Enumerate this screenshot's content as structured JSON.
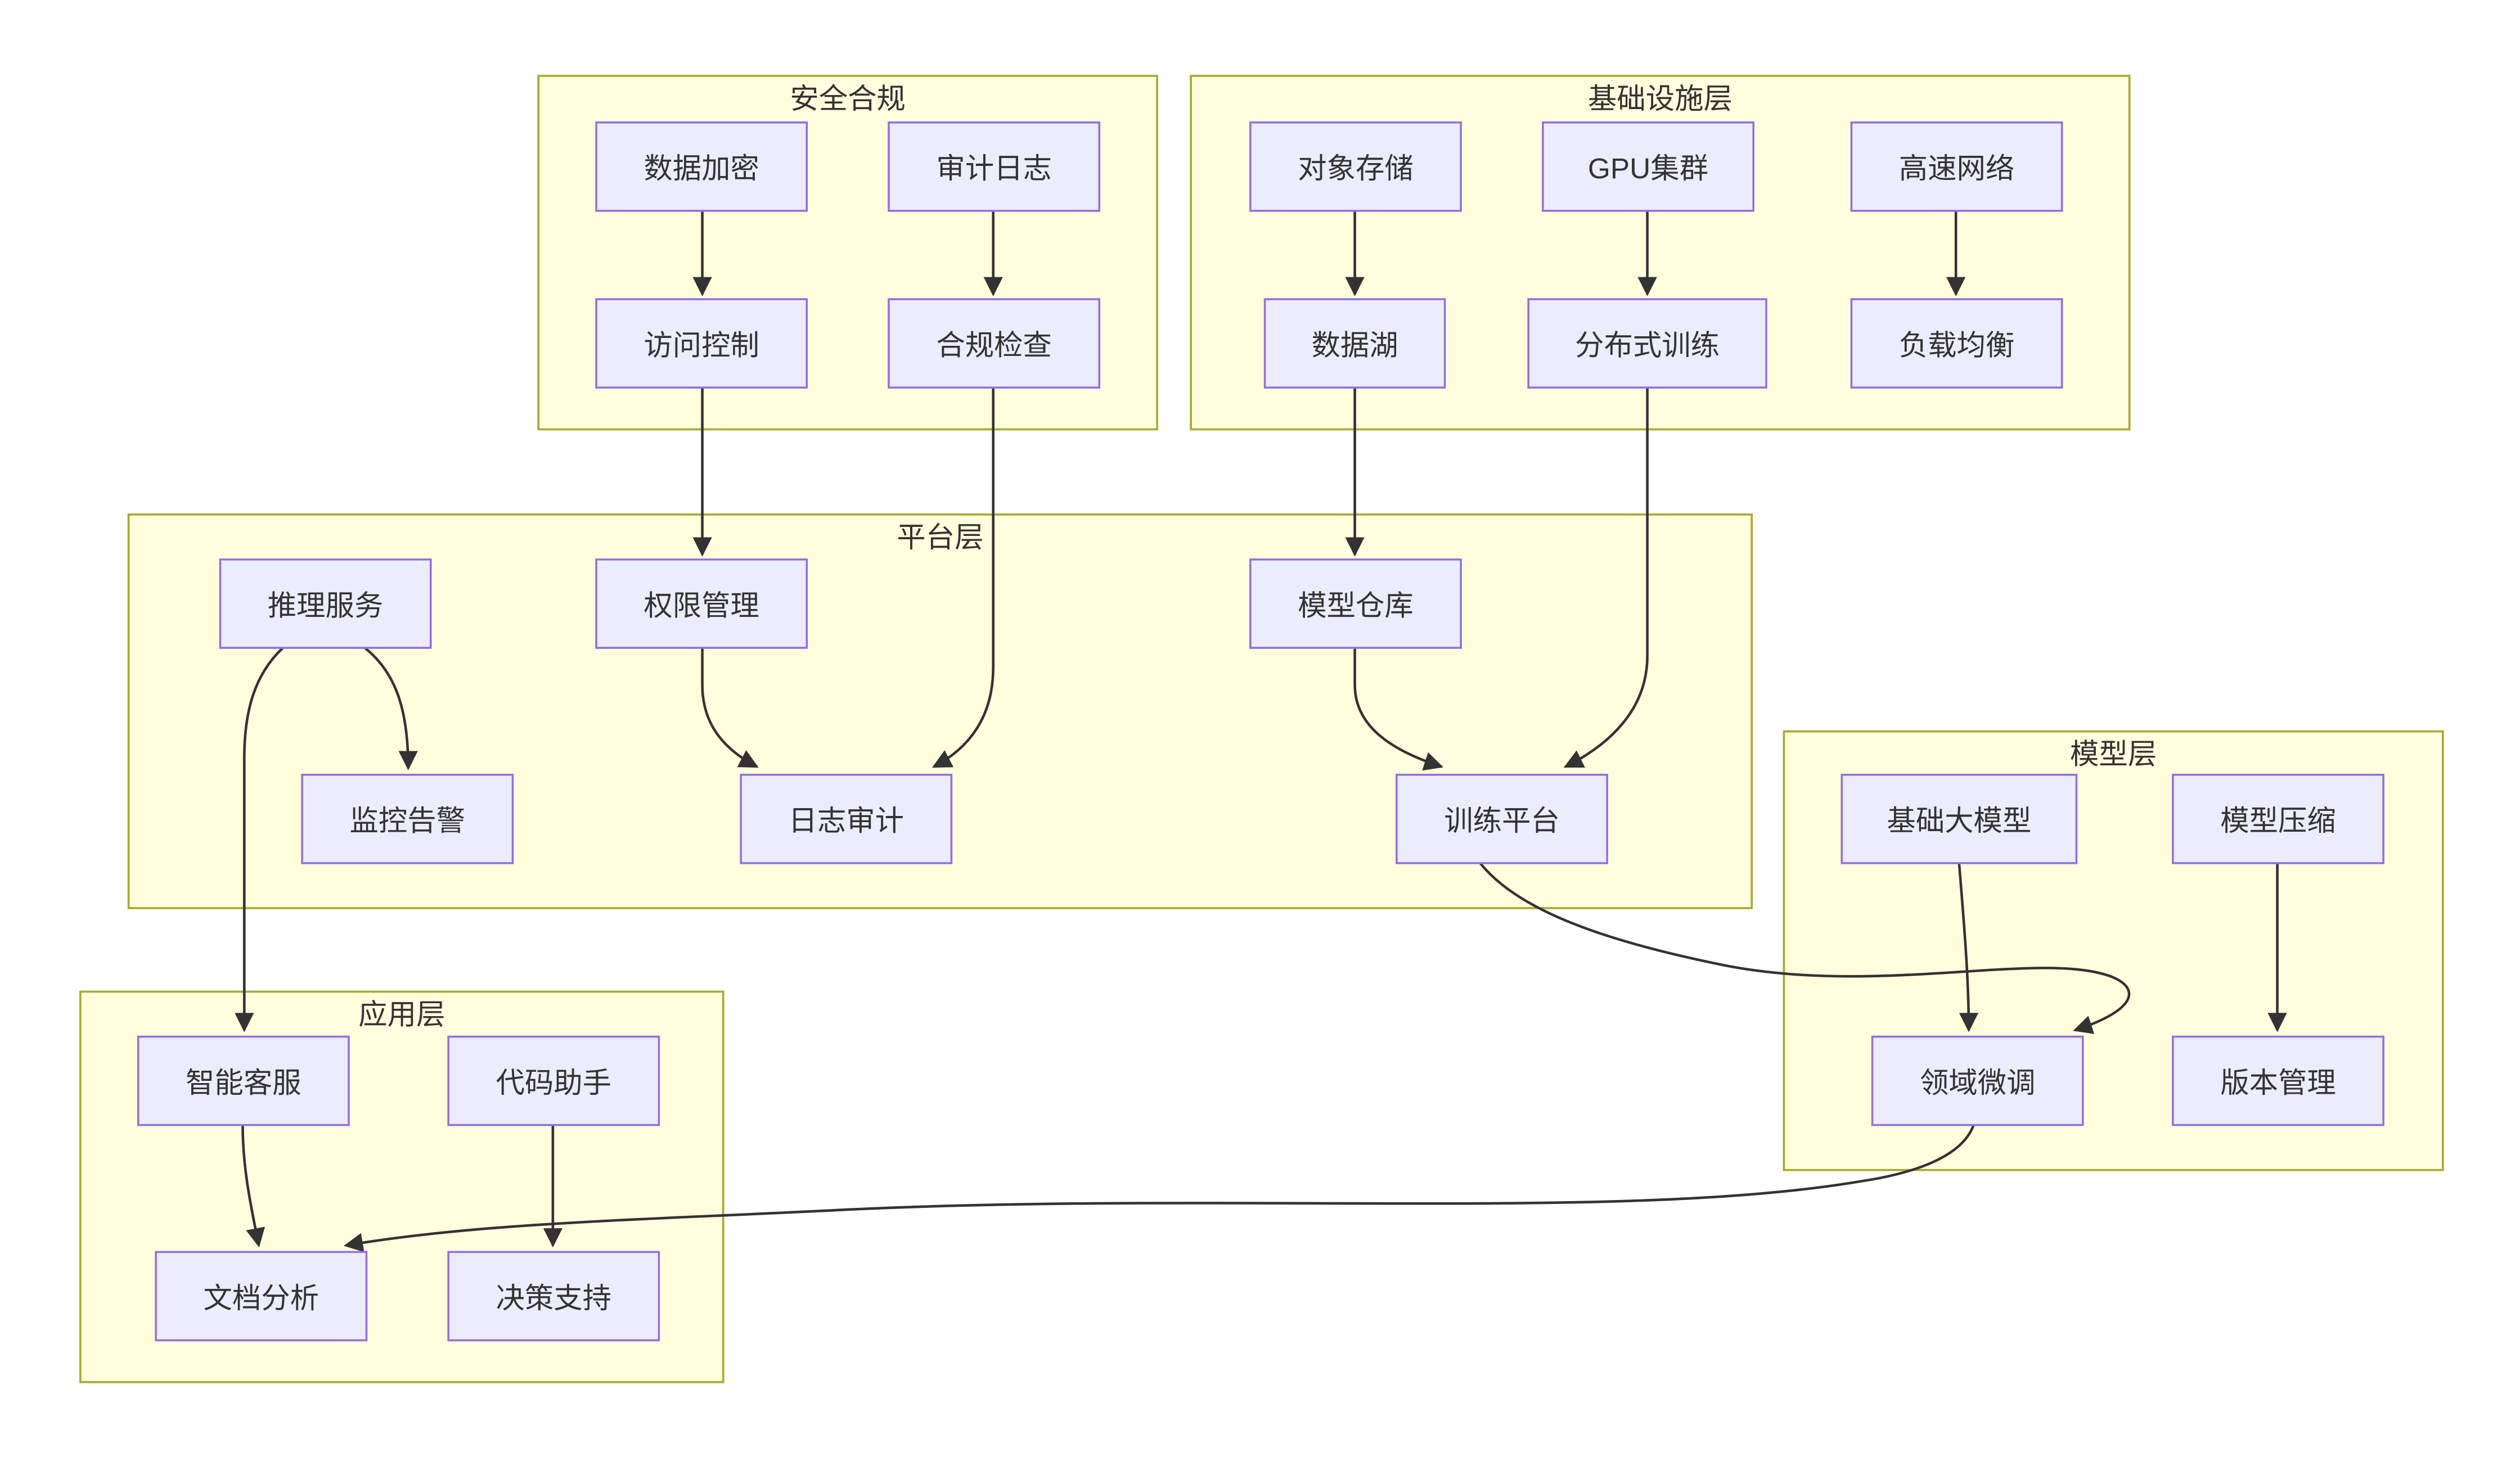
{
  "diagram": {
    "background": "#FFFFFF",
    "colors": {
      "node_fill": "#ECECFF",
      "node_border": "#9370DB",
      "cluster_fill": "#FFFFDE",
      "cluster_border": "#AAAA33",
      "edge": "#333333",
      "text": "#333333"
    },
    "clusters": [
      {
        "id": "security-compliance",
        "title": "安全合规"
      },
      {
        "id": "infrastructure-layer",
        "title": "基础设施层"
      },
      {
        "id": "platform-layer",
        "title": "平台层"
      },
      {
        "id": "model-layer",
        "title": "模型层"
      },
      {
        "id": "application-layer",
        "title": "应用层"
      }
    ],
    "nodes": [
      {
        "id": "data-encryption",
        "label": "数据加密",
        "cluster": "security-compliance"
      },
      {
        "id": "audit-log",
        "label": "审计日志",
        "cluster": "security-compliance"
      },
      {
        "id": "access-control",
        "label": "访问控制",
        "cluster": "security-compliance"
      },
      {
        "id": "compliance-check",
        "label": "合规检查",
        "cluster": "security-compliance"
      },
      {
        "id": "object-storage",
        "label": "对象存储",
        "cluster": "infrastructure-layer"
      },
      {
        "id": "gpu-cluster",
        "label": "GPU集群",
        "cluster": "infrastructure-layer"
      },
      {
        "id": "high-speed-network",
        "label": "高速网络",
        "cluster": "infrastructure-layer"
      },
      {
        "id": "data-lake",
        "label": "数据湖",
        "cluster": "infrastructure-layer"
      },
      {
        "id": "distributed-training",
        "label": "分布式训练",
        "cluster": "infrastructure-layer"
      },
      {
        "id": "load-balancing",
        "label": "负载均衡",
        "cluster": "infrastructure-layer"
      },
      {
        "id": "inference-service",
        "label": "推理服务",
        "cluster": "platform-layer"
      },
      {
        "id": "permission-management",
        "label": "权限管理",
        "cluster": "platform-layer"
      },
      {
        "id": "model-repository",
        "label": "模型仓库",
        "cluster": "platform-layer"
      },
      {
        "id": "monitoring-alerting",
        "label": "监控告警",
        "cluster": "platform-layer"
      },
      {
        "id": "log-audit",
        "label": "日志审计",
        "cluster": "platform-layer"
      },
      {
        "id": "training-platform",
        "label": "训练平台",
        "cluster": "platform-layer"
      },
      {
        "id": "base-large-model",
        "label": "基础大模型",
        "cluster": "model-layer"
      },
      {
        "id": "model-compression",
        "label": "模型压缩",
        "cluster": "model-layer"
      },
      {
        "id": "domain-finetuning",
        "label": "领域微调",
        "cluster": "model-layer"
      },
      {
        "id": "version-management",
        "label": "版本管理",
        "cluster": "model-layer"
      },
      {
        "id": "smart-customer-service",
        "label": "智能客服",
        "cluster": "application-layer"
      },
      {
        "id": "code-assistant",
        "label": "代码助手",
        "cluster": "application-layer"
      },
      {
        "id": "document-analysis",
        "label": "文档分析",
        "cluster": "application-layer"
      },
      {
        "id": "decision-support",
        "label": "决策支持",
        "cluster": "application-layer"
      }
    ],
    "edges": [
      {
        "from": "data-encryption",
        "to": "access-control"
      },
      {
        "from": "audit-log",
        "to": "compliance-check"
      },
      {
        "from": "access-control",
        "to": "permission-management"
      },
      {
        "from": "compliance-check",
        "to": "log-audit"
      },
      {
        "from": "object-storage",
        "to": "data-lake"
      },
      {
        "from": "gpu-cluster",
        "to": "distributed-training"
      },
      {
        "from": "high-speed-network",
        "to": "load-balancing"
      },
      {
        "from": "data-lake",
        "to": "model-repository"
      },
      {
        "from": "distributed-training",
        "to": "training-platform"
      },
      {
        "from": "inference-service",
        "to": "monitoring-alerting"
      },
      {
        "from": "inference-service",
        "to": "smart-customer-service"
      },
      {
        "from": "permission-management",
        "to": "log-audit"
      },
      {
        "from": "model-repository",
        "to": "training-platform"
      },
      {
        "from": "training-platform",
        "to": "domain-finetuning"
      },
      {
        "from": "base-large-model",
        "to": "domain-finetuning"
      },
      {
        "from": "model-compression",
        "to": "version-management"
      },
      {
        "from": "domain-finetuning",
        "to": "document-analysis"
      },
      {
        "from": "smart-customer-service",
        "to": "document-analysis"
      },
      {
        "from": "code-assistant",
        "to": "decision-support"
      }
    ]
  }
}
